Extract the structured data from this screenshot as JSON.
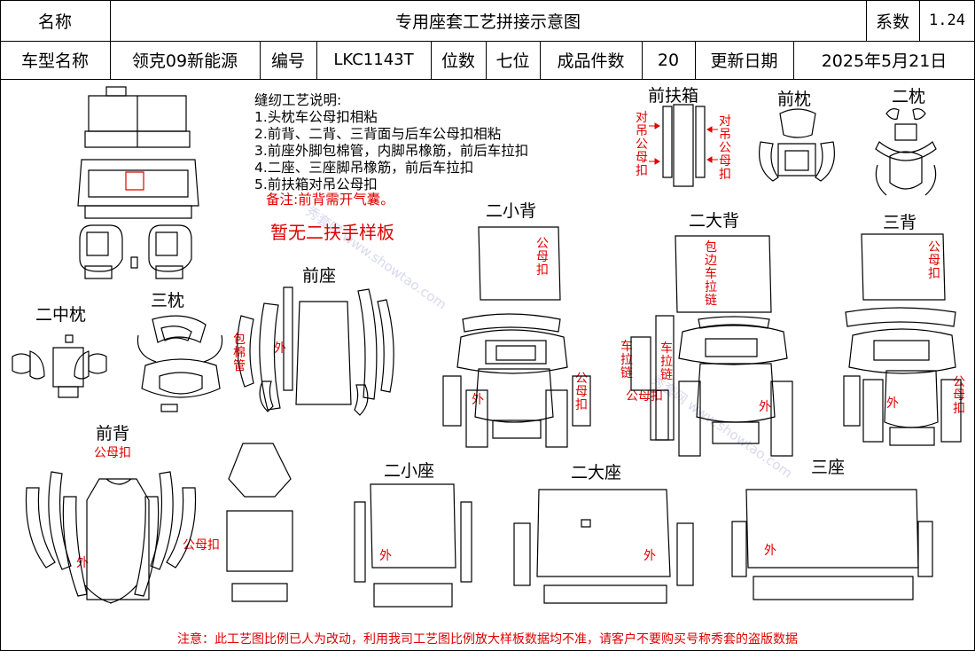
{
  "header": {
    "name_label": "名称",
    "title": "专用座套工艺拼接示意图",
    "coef_label": "系数",
    "coef_value": "1.24",
    "model_label": "车型名称",
    "model_value": "领克09新能源",
    "code_label": "编号",
    "code_value": "LKC1143T",
    "seats_label": "位数",
    "seats_value": "七位",
    "count_label": "成品件数",
    "count_value": "20",
    "date_label": "更新日期",
    "date_value": "2025年5月21日"
  },
  "notes": {
    "title": "缝纫工艺说明:",
    "items": [
      "1.头枕车公母扣相粘",
      "2.前背、二背、三背面与后车公母扣相粘",
      "3.前座外脚包棉管，内脚吊橡筋，前后车拉扣",
      "4.二座、三座脚吊橡筋，前后车拉扣",
      "5.前扶箱对吊公母扣"
    ],
    "remark": "备注:前背需开气囊。",
    "no_armrest": "暂无二扶手样板"
  },
  "sections": {
    "front_armrest": "前扶箱",
    "front_pillow": "前枕",
    "second_pillow": "二枕",
    "second_small_back": "二小背",
    "second_big_back": "二大背",
    "third_back": "三背",
    "second_mid_pillow": "二中枕",
    "third_pillow": "三枕",
    "front_seat": "前座",
    "front_back": "前背",
    "second_small_seat": "二小座",
    "second_big_seat": "二大座",
    "third_seat": "三座"
  },
  "annotations": {
    "dui_diao_gong_mu_kou": "对吊公母扣",
    "gong_mu_kou": "公母扣",
    "bao_bian_che_la_lian": "包边车拉链",
    "che_la_lian": "车拉链",
    "bao_mian_guan": "包棉管",
    "wai": "外"
  },
  "footer": "注意：此工艺图比例已人为改动，利用我司工艺图比例放大样板数据均不准，请客户不要购买号称秀套的盗版数据",
  "watermark": "秀套网 www.showtao.com"
}
